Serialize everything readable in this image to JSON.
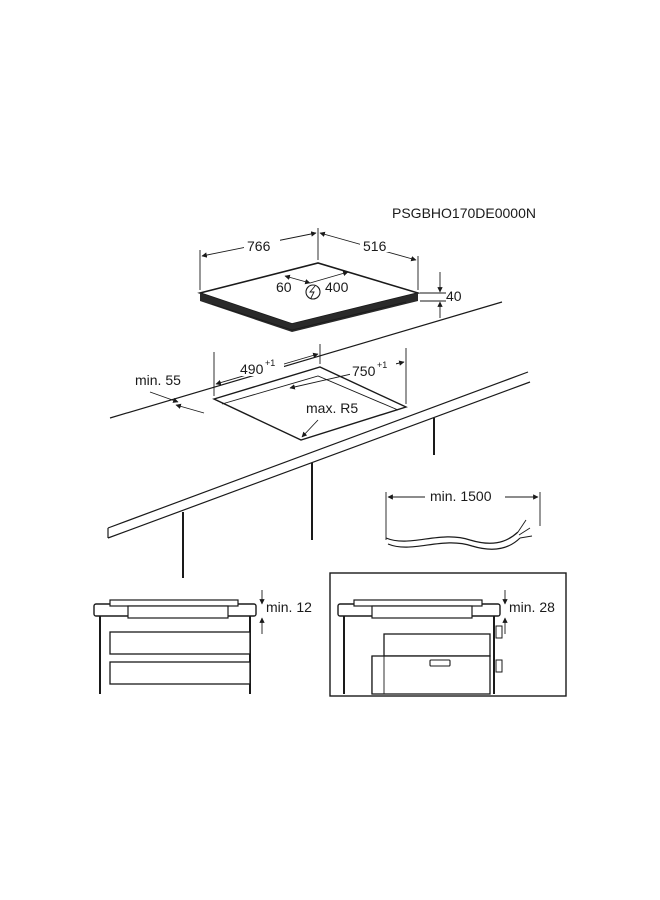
{
  "model_code": "PSGBHO170DE0000N",
  "hob": {
    "width": "766",
    "depth": "516",
    "height": "40",
    "power_depth": "60",
    "power_width": "400"
  },
  "cutout": {
    "width": "490",
    "width_tol": "+1",
    "depth": "750",
    "depth_tol": "+1",
    "radius": "max. R5",
    "front_distance": "min. 55"
  },
  "cable": {
    "length": "min. 1500"
  },
  "clearance_drawer": "min. 12",
  "clearance_oven": "min. 28"
}
